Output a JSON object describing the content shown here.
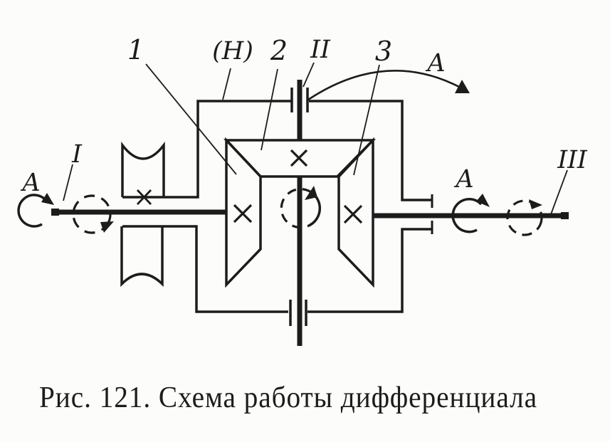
{
  "figure": {
    "caption": "Рис. 121. Схема работы дифференциала",
    "labels": {
      "side_gear_left": "1",
      "carrier": "(H)",
      "pinion_top": "2",
      "shaft_top": "II",
      "side_gear_right": "3",
      "rotation_top": "A",
      "rotation_left": "A",
      "shaft_left": "I",
      "rotation_right": "A",
      "shaft_right": "III"
    },
    "colors": {
      "ink": "#1c1c1c",
      "paper": "#fcfcfa"
    }
  }
}
